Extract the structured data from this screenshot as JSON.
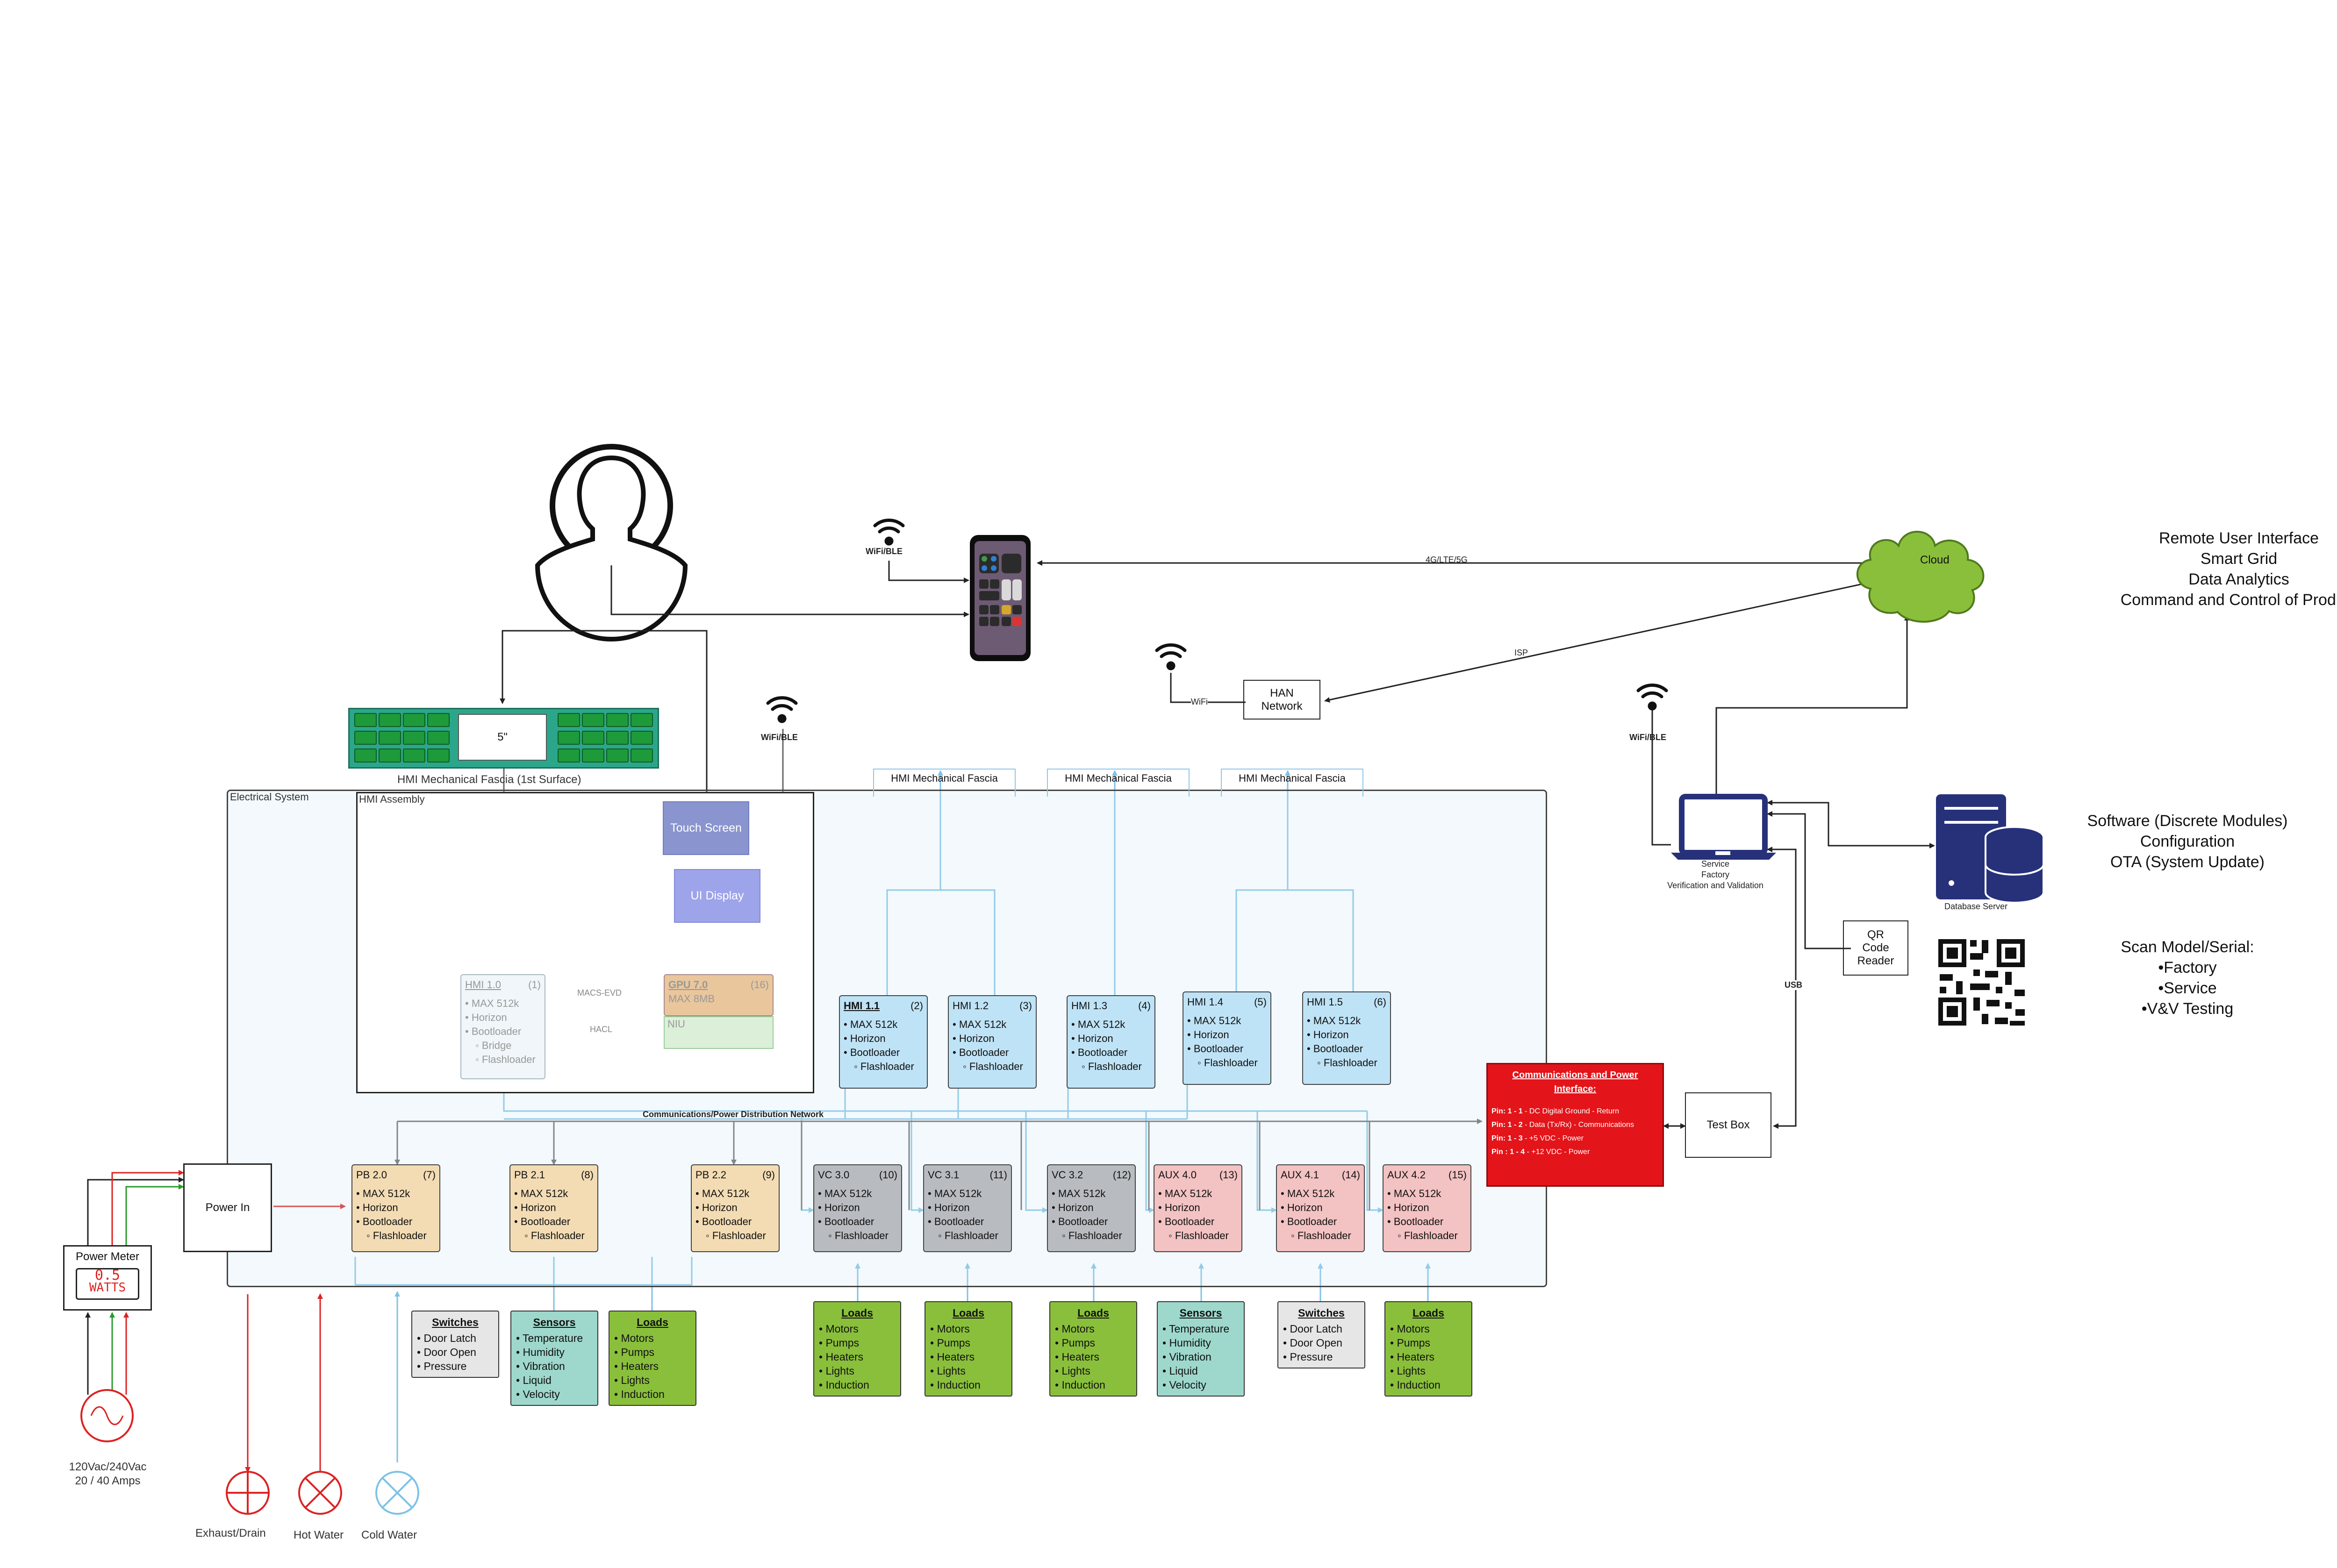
{
  "header": {
    "remote_lines": [
      "Remote User Interface",
      "Smart Grid",
      "Data Analytics",
      "Command and Control of Product"
    ],
    "software_lines": [
      "Software (Discrete Modules)",
      "Configuration",
      "OTA (System Update)"
    ],
    "scan_lines": [
      "Scan Model/Serial:",
      "•Factory",
      "•Service",
      "•V&V Testing"
    ]
  },
  "top": {
    "wifi_ble": "WiFi/BLE",
    "link_4g": "4G/LTE/5G",
    "isp": "ISP",
    "wifi": "WiFi",
    "han_network": "HAN Network",
    "cloud": "Cloud",
    "service_lines": [
      "Service",
      "Factory",
      "Verification and Validation"
    ],
    "database_server": "Database Server",
    "qr_code_reader": "QR Code Reader",
    "usb": "USB",
    "test_box": "Test Box"
  },
  "fascia": {
    "label_main": "HMI Mechanical Fascia (1st Surface)",
    "screen": "5\"",
    "label_small": "HMI Mechanical Fascia"
  },
  "system": {
    "electrical_system": "Electrical System",
    "hmi_assembly": "HMI Assembly",
    "touch_screen": "Touch Screen",
    "ui_display": "UI Display",
    "macs_evd": "MACS-EVD",
    "hacl": "HACL",
    "niu": "NIU",
    "comms_network": "Communications/Power Distribution Network",
    "power_in": "Power In",
    "power_meter": "Power Meter",
    "meter_reading": "0.5",
    "meter_unit": "WATTS",
    "mains_lines": [
      "120Vac/240Vac",
      "20 / 40 Amps"
    ],
    "exhaust_drain": "Exhaust/Drain",
    "hot_water": "Hot Water",
    "cold_water": "Cold Water"
  },
  "hmi10": {
    "title": "HMI 1.0",
    "num": "(1)",
    "items": [
      "• MAX 512k",
      "• Horizon",
      "• Bootloader"
    ],
    "subs": [
      "◦ Bridge",
      "◦ Flashloader"
    ]
  },
  "gpu": {
    "title": "GPU 7.0",
    "num": "(16)",
    "line": "MAX 8MB"
  },
  "comms_interface": {
    "title": "Communications and Power Interface:",
    "pins": [
      {
        "pin": "Pin: 1 - 1",
        "desc": " - DC Digital Ground - Return"
      },
      {
        "pin": "Pin: 1 - 2",
        "desc": " - Data (Tx/Rx) - Communications"
      },
      {
        "pin": "Pin: 1 - 3",
        "desc": " - +5 VDC - Power"
      },
      {
        "pin": "Pin : 1 - 4",
        "desc": " - +12 VDC - Power"
      }
    ]
  },
  "modules": [
    {
      "title": "HMI 1.1",
      "num": "(2)",
      "items": [
        "• MAX 512k",
        "• Horizon",
        "• Bootloader"
      ],
      "sub": "◦ Flashloader"
    },
    {
      "title": "HMI 1.2",
      "num": "(3)",
      "items": [
        "• MAX 512k",
        "• Horizon",
        "• Bootloader"
      ],
      "sub": "◦ Flashloader"
    },
    {
      "title": "HMI 1.3",
      "num": "(4)",
      "items": [
        "• MAX 512k",
        "• Horizon",
        "• Bootloader"
      ],
      "sub": "◦ Flashloader"
    },
    {
      "title": "HMI 1.4",
      "num": "(5)",
      "items": [
        "• MAX 512k",
        "• Horizon",
        "• Bootloader"
      ],
      "sub": "◦ Flashloader"
    },
    {
      "title": "HMI 1.5",
      "num": "(6)",
      "items": [
        "• MAX 512k",
        "• Horizon",
        "• Bootloader"
      ],
      "sub": "◦ Flashloader"
    },
    {
      "title": "PB 2.0",
      "num": "(7)",
      "items": [
        "• MAX 512k",
        "• Horizon",
        "• Bootloader"
      ],
      "sub": "◦ Flashloader"
    },
    {
      "title": "PB 2.1",
      "num": "(8)",
      "items": [
        "• MAX 512k",
        "• Horizon",
        "• Bootloader"
      ],
      "sub": "◦ Flashloader"
    },
    {
      "title": "PB 2.2",
      "num": "(9)",
      "items": [
        "• MAX 512k",
        "• Horizon",
        "• Bootloader"
      ],
      "sub": "◦ Flashloader"
    },
    {
      "title": "VC 3.0",
      "num": "(10)",
      "items": [
        "• MAX 512k",
        "• Horizon",
        "• Bootloader"
      ],
      "sub": "◦ Flashloader"
    },
    {
      "title": "VC 3.1",
      "num": "(11)",
      "items": [
        "• MAX 512k",
        "• Horizon",
        "• Bootloader"
      ],
      "sub": "◦ Flashloader"
    },
    {
      "title": "VC 3.2",
      "num": "(12)",
      "items": [
        "• MAX 512k",
        "• Horizon",
        "• Bootloader"
      ],
      "sub": "◦ Flashloader"
    },
    {
      "title": "AUX  4.0",
      "num": "(13)",
      "items": [
        "• MAX 512k",
        "• Horizon",
        "• Bootloader"
      ],
      "sub": "◦ Flashloader"
    },
    {
      "title": "AUX 4.1",
      "num": "(14)",
      "items": [
        "• MAX 512k",
        "• Horizon",
        "• Bootloader"
      ],
      "sub": "◦ Flashloader"
    },
    {
      "title": "AUX 4.2",
      "num": "(15)",
      "items": [
        "• MAX 512k",
        "• Horizon",
        "• Bootloader"
      ],
      "sub": "◦ Flashloader"
    }
  ],
  "io_boxes": [
    {
      "title": "Switches",
      "items": [
        "• Door Latch",
        "• Door Open",
        "• Pressure"
      ]
    },
    {
      "title": "Sensors",
      "items": [
        "• Temperature",
        "• Humidity",
        "• Vibration",
        "• Liquid",
        "• Velocity"
      ]
    },
    {
      "title": "Loads",
      "items": [
        "• Motors",
        "• Pumps",
        "• Heaters",
        "• Lights",
        "• Induction"
      ]
    },
    {
      "title": "Loads",
      "items": [
        "• Motors",
        "• Pumps",
        "• Heaters",
        "• Lights",
        "• Induction"
      ]
    },
    {
      "title": "Loads",
      "items": [
        "• Motors",
        "• Pumps",
        "• Heaters",
        "• Lights",
        "• Induction"
      ]
    },
    {
      "title": "Loads",
      "items": [
        "• Motors",
        "• Pumps",
        "• Heaters",
        "• Lights",
        "• Induction"
      ]
    },
    {
      "title": "Sensors",
      "items": [
        "• Temperature",
        "• Humidity",
        "• Vibration",
        "• Liquid",
        "• Velocity"
      ]
    },
    {
      "title": "Switches",
      "items": [
        "• Door Latch",
        "• Door Open",
        "• Pressure"
      ]
    },
    {
      "title": "Loads",
      "items": [
        "• Motors",
        "• Pumps",
        "• Heaters",
        "• Lights",
        "• Induction"
      ]
    }
  ],
  "colors": {
    "hmi": "#bfe3f6",
    "pb": "#f3dcb4",
    "vc": "#b8bcc0",
    "aux": "#f3c2c2",
    "loads": "#8abf3c",
    "sensors": "#9ed8cc",
    "switches": "#e6e6e6",
    "comms": "#e3151a",
    "cloud": "#8abf3c",
    "server": "#27317a"
  }
}
